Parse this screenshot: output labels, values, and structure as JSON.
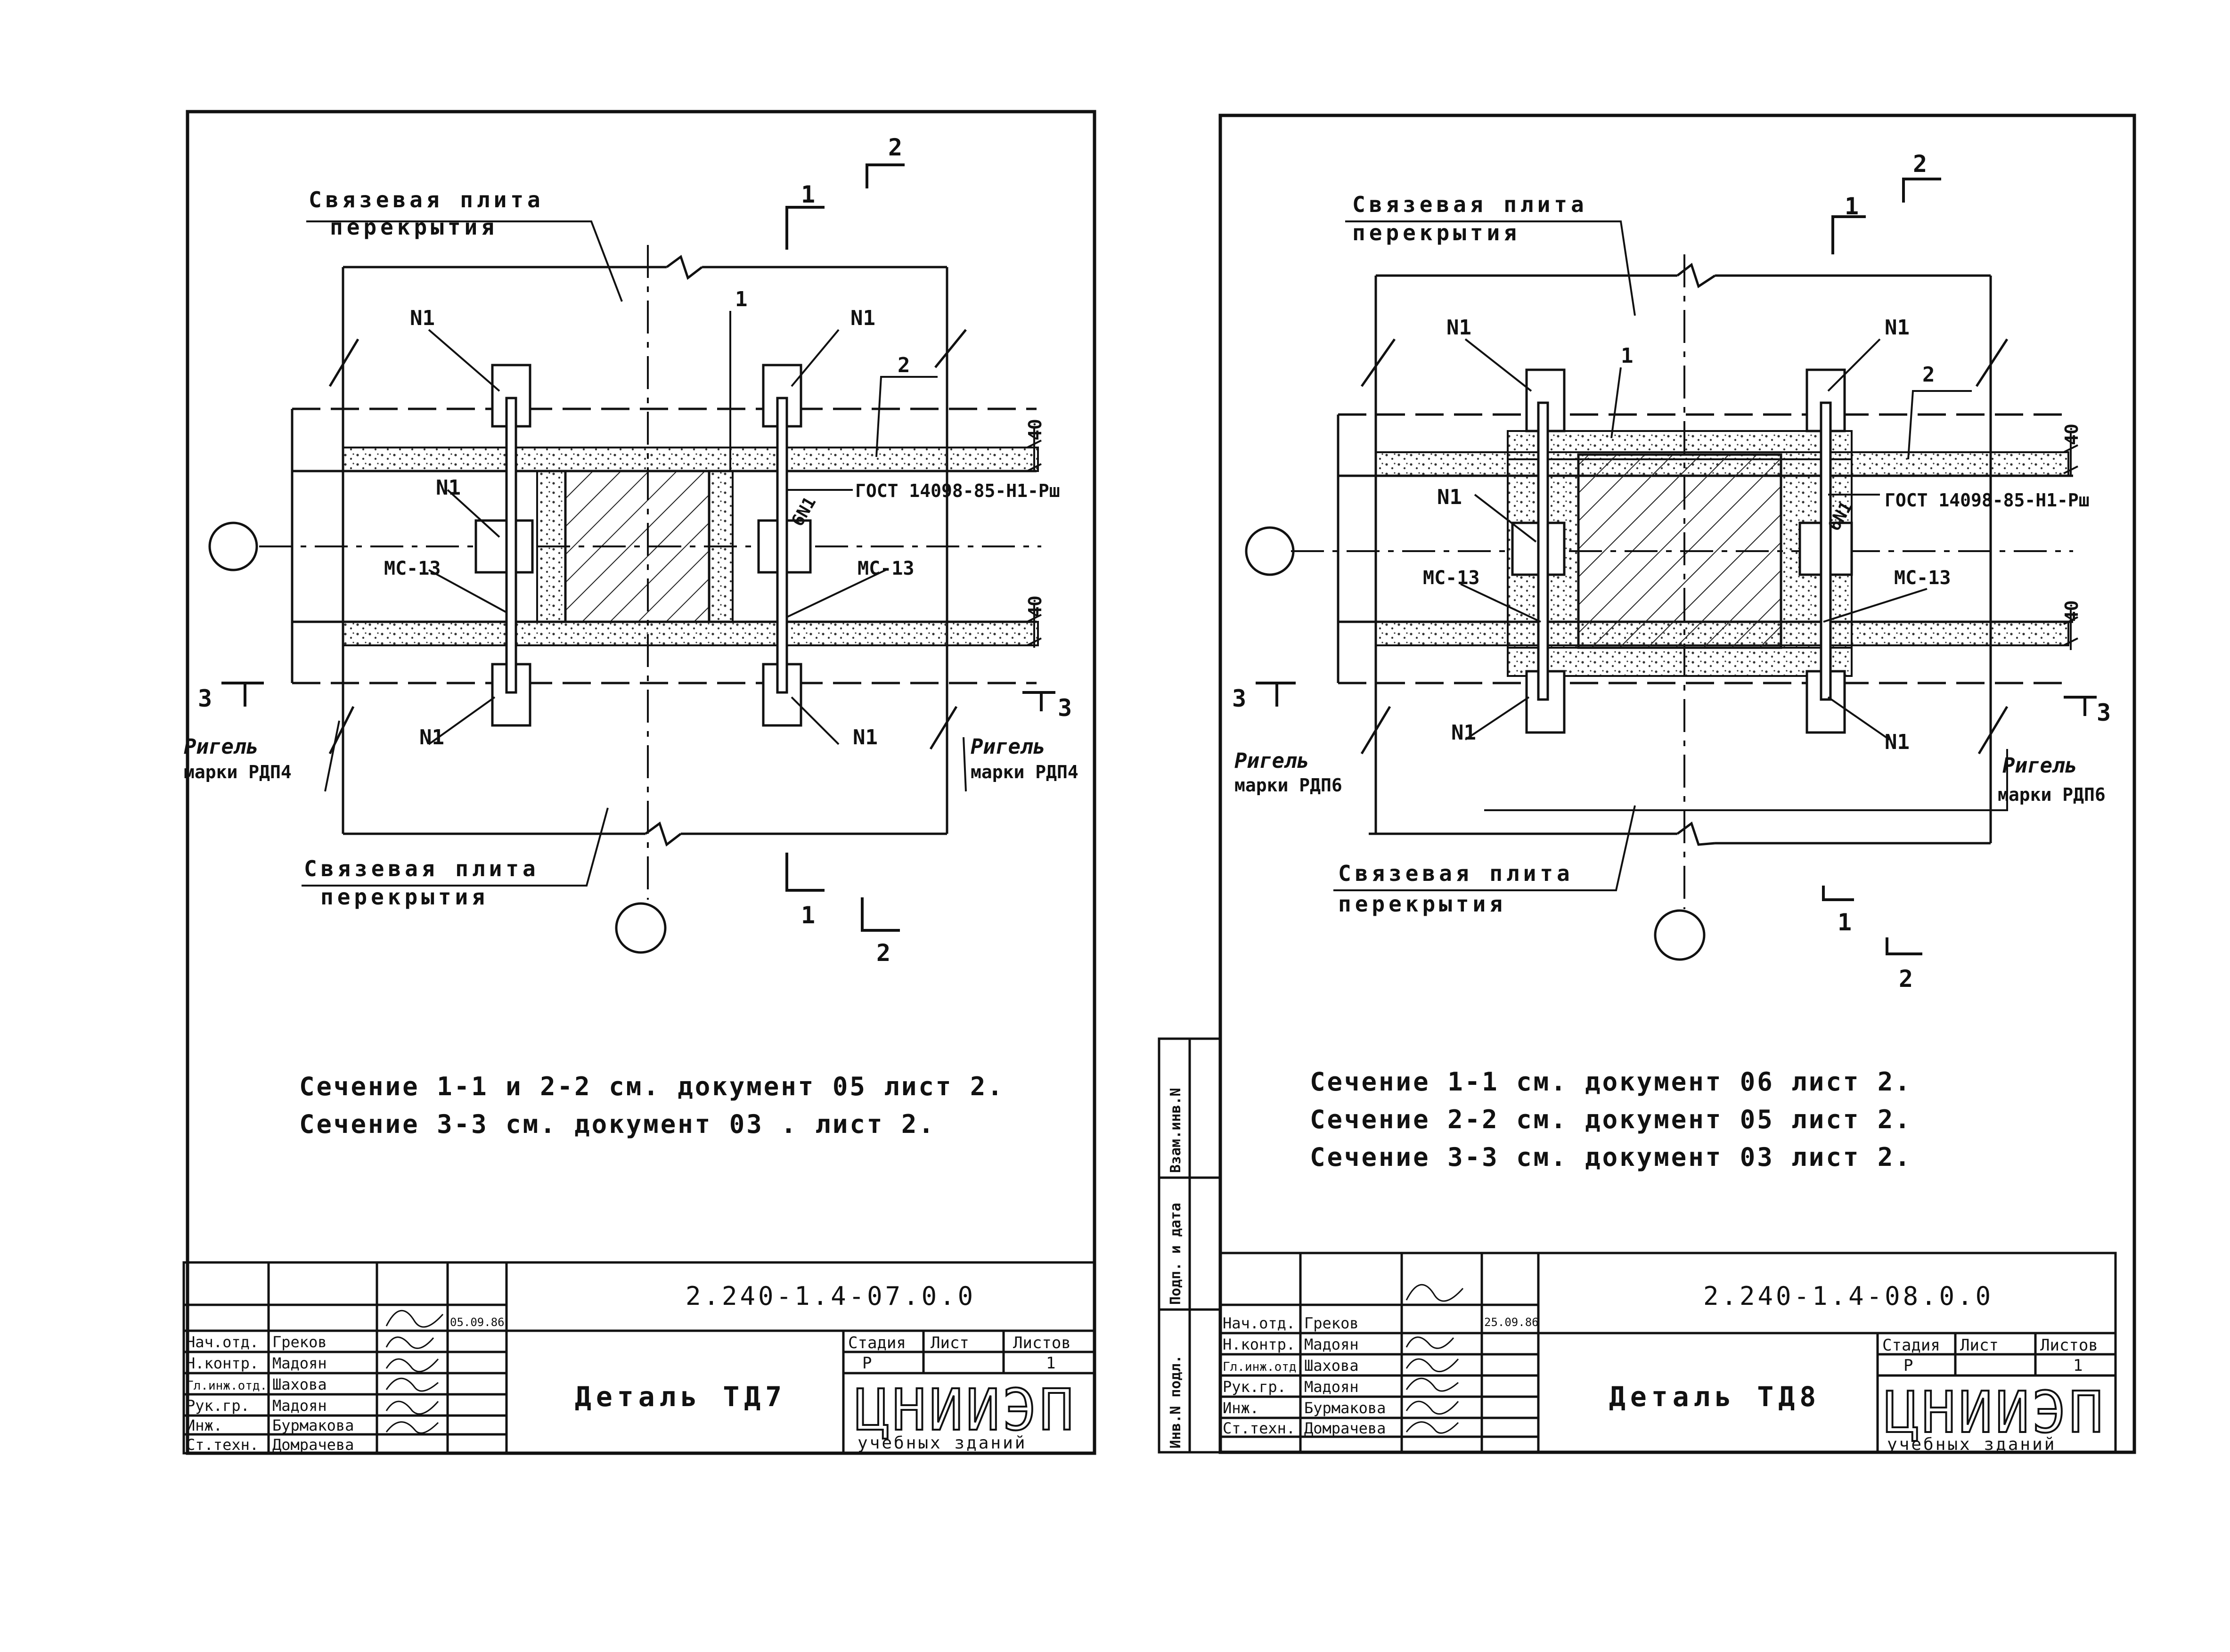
{
  "sheets": [
    {
      "id": "td7",
      "labels": {
        "slab_top_1": "Связевая плита",
        "slab_top_2": "перекрытия",
        "slab_bot_1": "Связевая плита",
        "slab_bot_2": "перекрытия",
        "beam_left_1": "Ригель",
        "beam_left_2": "марки РДП4",
        "beam_right_1": "Ригель",
        "beam_right_2": "марки РДП4",
        "n1": "N1",
        "ms13": "МС-13",
        "six_n1": "6N1",
        "gost": "ГОСТ 14098-85-Н1-Рш",
        "dim_40": "40",
        "pos_1": "1",
        "pos_2": "2",
        "sec_1": "1",
        "sec_2": "2",
        "sec_3": "3"
      },
      "notes": [
        "Сечение 1-1 и 2-2 см. документ 05 лист 2.",
        "Сечение 3-3 см. документ 03 . лист 2."
      ],
      "doc_code": "2.240-1.4-07.0.0",
      "title": "Деталь ТД7",
      "stage_header": "Стадия",
      "sheet_header": "Лист",
      "sheets_header": "Листов",
      "stage": "Р",
      "sheet": "",
      "sheets": "1",
      "org_logo": "ЦНИИЭП",
      "org_sub": "учебных зданий",
      "date": "05.09.86",
      "staff": [
        {
          "role": "Нач.отд.",
          "name": "Греков"
        },
        {
          "role": "Н.контр.",
          "name": "Мадоян"
        },
        {
          "role": "Гл.инж.отд.",
          "name": "Шахова"
        },
        {
          "role": "Рук.гр.",
          "name": "Мадоян"
        },
        {
          "role": "Инж.",
          "name": "Бурмакова"
        },
        {
          "role": "Ст.техн.",
          "name": "Домрачева"
        }
      ]
    },
    {
      "id": "td8",
      "labels": {
        "slab_top_1": "Связевая плита",
        "slab_top_2": "перекрытия",
        "slab_bot_1": "Связевая плита",
        "slab_bot_2": "перекрытия",
        "beam_left_1": "Ригель",
        "beam_left_2": "марки РДП6",
        "beam_right_1": "Ригель",
        "beam_right_2": "марки РДП6",
        "n1": "N1",
        "ms13": "МС-13",
        "six_n1": "6N1",
        "gost": "ГОСТ 14098-85-Н1-Рш",
        "dim_40": "40",
        "pos_1": "1",
        "pos_2": "2",
        "sec_1": "1",
        "sec_2": "2",
        "sec_3": "3"
      },
      "notes": [
        "Сечение 1-1 см. документ 06 лист 2.",
        "Сечение 2-2 см. документ 05 лист 2.",
        "Сечение 3-3 см. документ 03 лист 2."
      ],
      "doc_code": "2.240-1.4-08.0.0",
      "title": "Деталь ТД8",
      "stage_header": "Стадия",
      "sheet_header": "Лист",
      "sheets_header": "Листов",
      "stage": "Р",
      "sheet": "",
      "sheets": "1",
      "org_logo": "ЦНИИЭП",
      "org_sub": "учебных зданий",
      "date": "25.09.86",
      "staff": [
        {
          "role": "Нач.отд.",
          "name": "Греков"
        },
        {
          "role": "Н.контр.",
          "name": "Мадоян"
        },
        {
          "role": "Гл.инж.отд.",
          "name": "Шахова"
        },
        {
          "role": "Рук.гр.",
          "name": "Мадоян"
        },
        {
          "role": "Инж.",
          "name": "Бурмакова"
        },
        {
          "role": "Ст.техн.",
          "name": "Домрачева"
        }
      ]
    }
  ],
  "side_stamp": {
    "col1": "Инв.N подл.",
    "col2": "Подп. и дата",
    "col3": "Взам.инв.N"
  }
}
